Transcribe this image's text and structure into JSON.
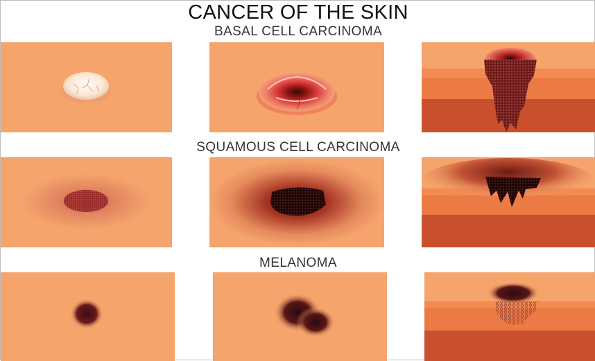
{
  "title": "CANCER OF THE SKIN",
  "sections": [
    {
      "label": "BASAL CELL CARCINOMA"
    },
    {
      "label": "SQUAMOUS CELL CARCINOMA"
    },
    {
      "label": "MELANOMA"
    }
  ],
  "colors": {
    "skin": "#f5a46c",
    "skin_layer_mid": "#ec7a44",
    "skin_layer_deep": "#c8502c",
    "lesion_dark": "#4a1210",
    "lesion_red": "#b22a25"
  }
}
